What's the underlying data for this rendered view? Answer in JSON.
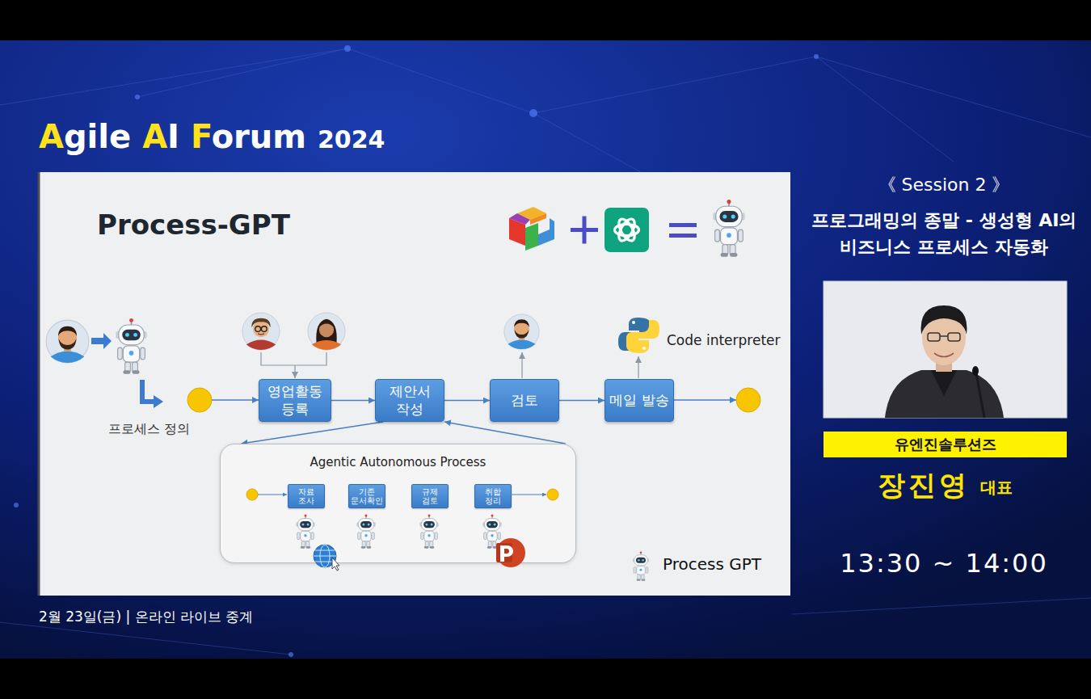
{
  "diagram": {
    "title": "Process-GPT",
    "nodes": [
      {
        "text": [
          "영업활동 등록"
        ]
      },
      {
        "text": [
          "제안서 작성"
        ]
      },
      {
        "text": [
          "검토"
        ]
      },
      {
        "text": [
          "메일 발송"
        ]
      },
      {
        "text": [
          "Agentic Autonomous Process"
        ]
      },
      {
        "text": [
          "자료 조사"
        ],
        "in": 4
      },
      {
        "text": [
          "기존 문서확인"
        ],
        "in": 4
      },
      {
        "text": [
          "규제 검토"
        ],
        "in": 4
      },
      {
        "text": [
          "취합 정리"
        ],
        "in": 4
      },
      {
        "text": [
          "유엔진솔루션즈"
        ]
      }
    ],
    "edges": [
      {
        "from": 0,
        "to": 1,
        "arrow": "to"
      },
      {
        "from": 1,
        "to": 2,
        "arrow": "to"
      },
      {
        "from": 2,
        "to": 3,
        "arrow": "to"
      },
      {
        "from": 1,
        "to": 4,
        "arrow": "to"
      },
      {
        "from": 4,
        "to": 1,
        "arrow": "to"
      },
      {
        "from": 5,
        "to": 6,
        "arrow": "to"
      },
      {
        "from": 6,
        "to": 7,
        "arrow": "to"
      },
      {
        "from": 7,
        "to": 8,
        "arrow": "to"
      }
    ],
    "labels": [
      "Agile AI Forum 2024",
      "프로세스 정의",
      "Code interpreter",
      "Process GPT",
      "《 Session 2 》",
      "프로그래밍의 종말 - 생성형 AI의 비즈니스 프로세스 자동화",
      "장진영",
      "대표",
      "13:30 ~ 14:00",
      "2월 23일(금) | 온라인 라이브 중계"
    ]
  }
}
